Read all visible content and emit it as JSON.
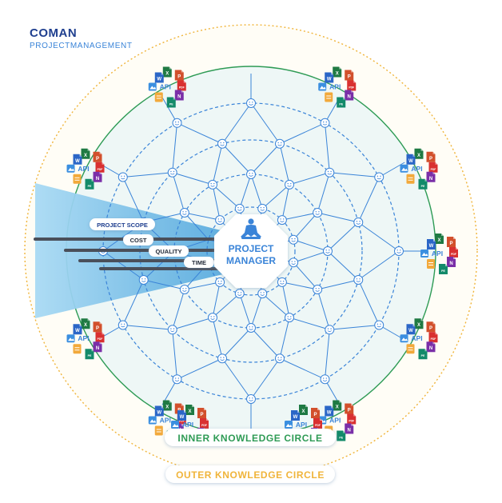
{
  "brand": {
    "title": "COMAN",
    "subtitle": "PROJECTMANAGEMENT"
  },
  "center": {
    "line1": "PROJECT",
    "line2": "MANAGER",
    "icon": "meditating-person-icon"
  },
  "constraints": [
    {
      "label": "PROJECT SCOPE"
    },
    {
      "label": "COST"
    },
    {
      "label": "QUALITY"
    },
    {
      "label": "TIME"
    }
  ],
  "circles": {
    "inner": "INNER KNOWLEDGE CIRCLE",
    "outer": "OUTER KNOWLEDGE CIRCLE"
  },
  "tools": {
    "word": "W",
    "excel": "X",
    "powerpoint": "P",
    "pdf": "PDF",
    "onenote": "N",
    "api": "API",
    "image": "image-icon",
    "doc": "document-icon",
    "pe": "PE"
  },
  "colors": {
    "navy": "#1f3f8f",
    "blue": "#3a84d8",
    "green": "#2e9b55",
    "orange": "#f0b43a",
    "word": "#2b66c7",
    "excel": "#1f7a43",
    "powerpoint": "#d2502c",
    "pdf": "#d93030",
    "onenote": "#7a2fa8",
    "image": "#3b8fe0",
    "doc": "#f2a93b",
    "pe": "#138a6a"
  }
}
